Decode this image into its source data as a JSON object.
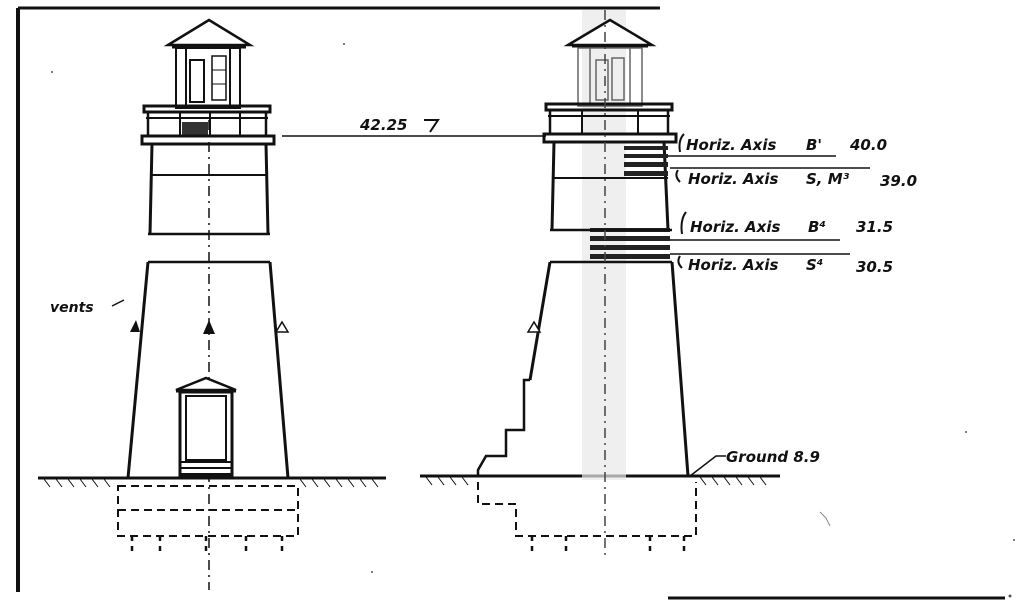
{
  "annotations": {
    "vents": "vents",
    "focal_height": "42.25",
    "ground": "Ground 8.9",
    "axes": [
      {
        "prefix": "Horiz. Axis",
        "marker": "B'",
        "value": "40.0"
      },
      {
        "prefix": "Horiz. Axis",
        "marker": "S, M³",
        "value": "39.0"
      },
      {
        "prefix": "Horiz. Axis",
        "marker": "B⁴",
        "value": "31.5"
      },
      {
        "prefix": "Horiz. Axis",
        "marker": "S⁴",
        "value": "30.5"
      }
    ]
  },
  "colors": {
    "ink": "#111111",
    "paper": "#ffffff",
    "shade": "#777777"
  }
}
